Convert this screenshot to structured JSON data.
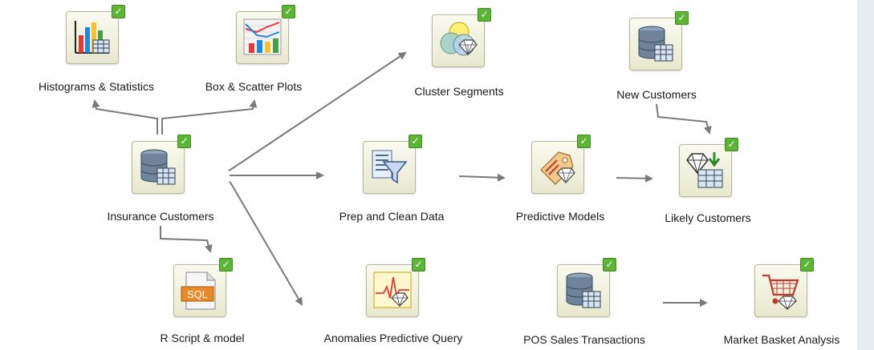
{
  "nodes": [
    {
      "id": "histograms",
      "label": "Histograms & Statistics",
      "icon": "bar-chart-icon",
      "status": "✓"
    },
    {
      "id": "box-scatter",
      "label": "Box & Scatter Plots",
      "icon": "box-plot-icon",
      "status": "✓"
    },
    {
      "id": "cluster",
      "label": "Cluster Segments",
      "icon": "cluster-icon",
      "status": "✓"
    },
    {
      "id": "new-customers",
      "label": "New Customers",
      "icon": "database-icon",
      "status": "✓"
    },
    {
      "id": "insurance",
      "label": "Insurance Customers",
      "icon": "database-icon",
      "status": "✓"
    },
    {
      "id": "prep",
      "label": "Prep and Clean Data",
      "icon": "filter-icon",
      "status": "✓"
    },
    {
      "id": "predictive",
      "label": "Predictive Models",
      "icon": "model-tag-icon",
      "status": "✓"
    },
    {
      "id": "likely",
      "label": "Likely Customers",
      "icon": "apply-icon",
      "status": "✓"
    },
    {
      "id": "rscript",
      "label": "R Script & model",
      "icon": "sql-file-icon",
      "status": "✓"
    },
    {
      "id": "anomalies",
      "label": "Anomalies Predictive Query",
      "icon": "anomaly-icon",
      "status": "✓"
    },
    {
      "id": "pos",
      "label": "POS Sales Transactions",
      "icon": "database-icon",
      "status": "✓"
    },
    {
      "id": "market",
      "label": "Market Basket Analysis",
      "icon": "cart-icon",
      "status": "✓"
    }
  ],
  "sql_text": "SQL",
  "colors": {
    "badge": "#5cb534",
    "edge": "#7a7a7a",
    "node_border": "#b8b89a"
  }
}
